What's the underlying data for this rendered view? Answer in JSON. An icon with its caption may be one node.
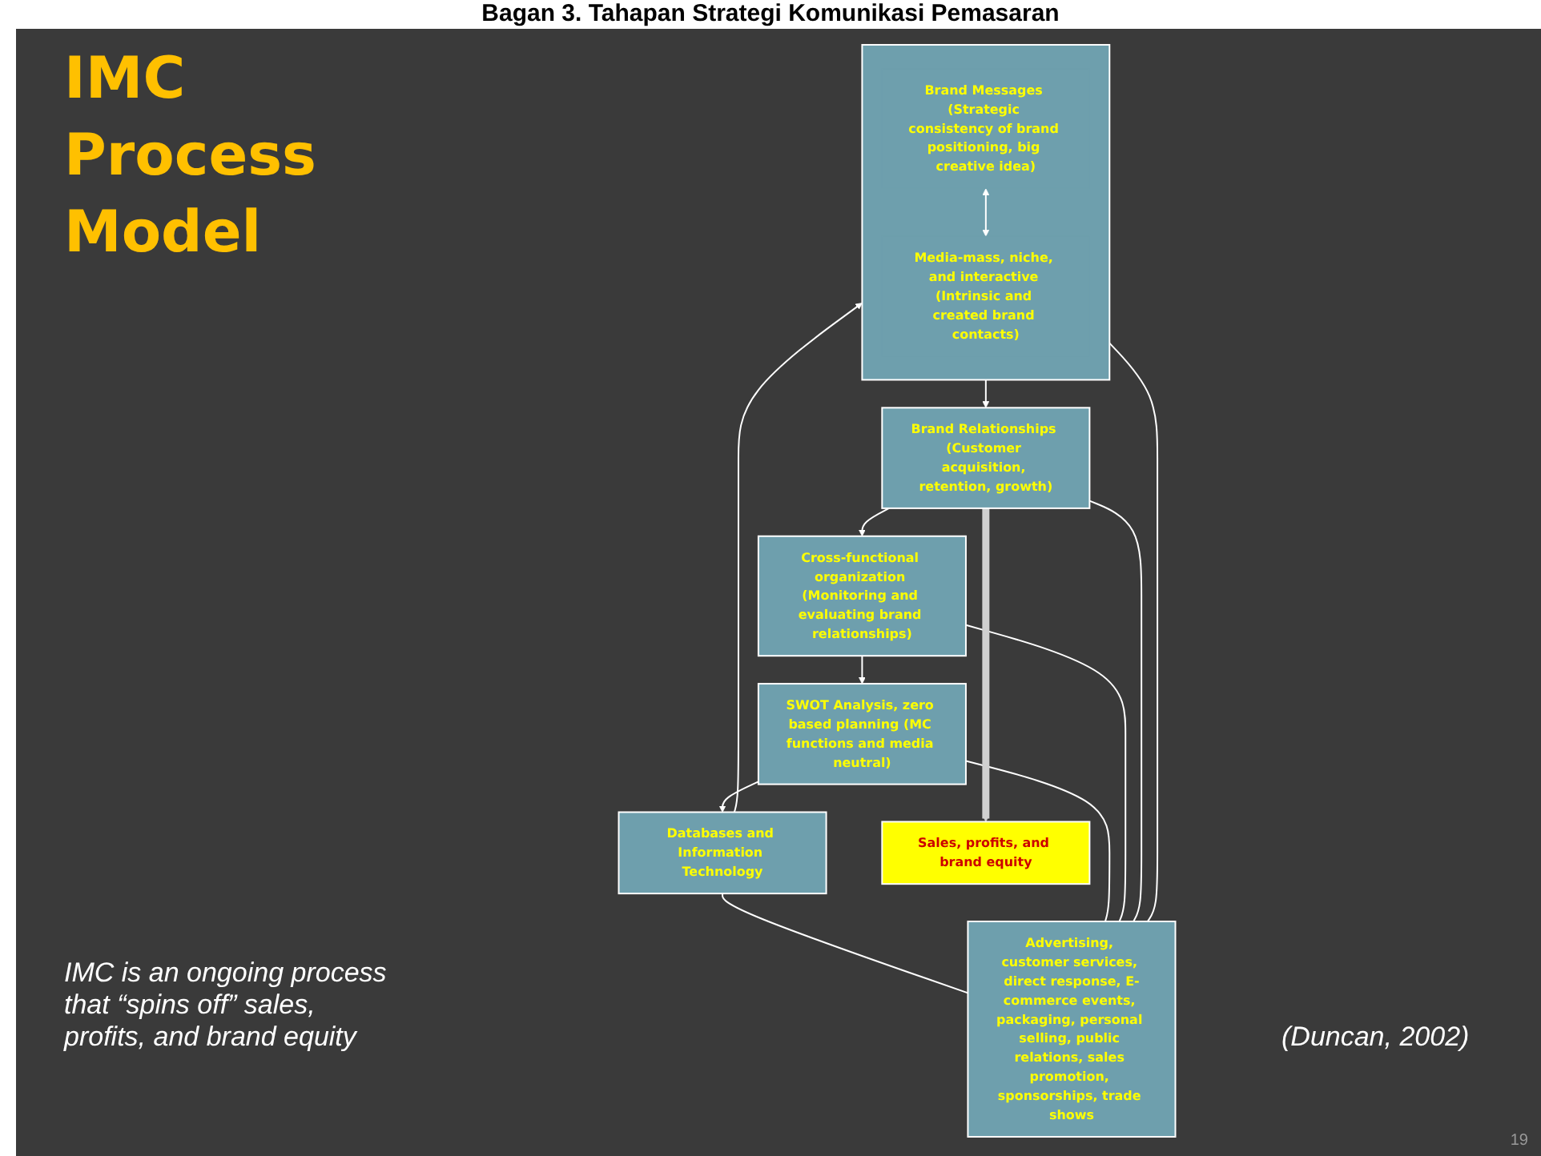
{
  "diagram": {
    "title": "IMC Process Model",
    "nodes": [
      {
        "text": [
          "Databases and Information Technology"
        ]
      },
      {
        "text": [
          "SWOT Analysis, zero based planning (MC functions and media neutral)"
        ]
      },
      {
        "text": [
          "Advertising, customer services, direct response, E-commerce events, packaging, personal selling, public relations, sales promotion, sponsorships, trade shows"
        ]
      },
      {
        "text": [],
        "shape": "box"
      },
      {
        "text": [
          "Brand Messages (Strategic consistency of brand positioning, big creative idea)"
        ],
        "in": 3
      },
      {
        "text": [
          "Media-mass, niche, and interactive (Intrinsic and created brand contacts)"
        ],
        "in": 3
      },
      {
        "text": [
          "Cross-functional organization (Monitoring and evaluating brand relationships)"
        ]
      },
      {
        "text": [
          "Brand Relationships (Customer acquisition, retention, growth)"
        ]
      },
      {
        "text": [
          "Sales, profits, and brand equity"
        ]
      }
    ],
    "edges": [
      {
        "from": 0,
        "to": 3,
        "arrow": "to"
      },
      {
        "from": 3,
        "to": 7,
        "arrow": "to"
      },
      {
        "from": 7,
        "to": 6,
        "arrow": "to"
      },
      {
        "from": 6,
        "to": 1,
        "arrow": "to"
      },
      {
        "from": 1,
        "to": 0,
        "arrow": "to"
      },
      {
        "from": 0,
        "to": 2,
        "arrow": "none"
      },
      {
        "from": 1,
        "to": 2,
        "arrow": "none"
      },
      {
        "from": 6,
        "to": 2,
        "arrow": "none"
      },
      {
        "from": 2,
        "to": 3,
        "arrow": "none"
      },
      {
        "from": 2,
        "to": 7,
        "arrow": "none"
      },
      {
        "from": 4,
        "to": 5,
        "arrow": "both"
      },
      {
        "from": 7,
        "to": 8,
        "arrow": "to",
        "style": "thick",
        "color": "#d0d0d0"
      }
    ],
    "labels": [
      "Bagan 3. Tahapan Strategi Komunikasi Pemasaran",
      "IMC is an ongoing process that “spins off” sales, profits, and brand equity",
      "(Duncan, 2002)",
      "19"
    ]
  }
}
